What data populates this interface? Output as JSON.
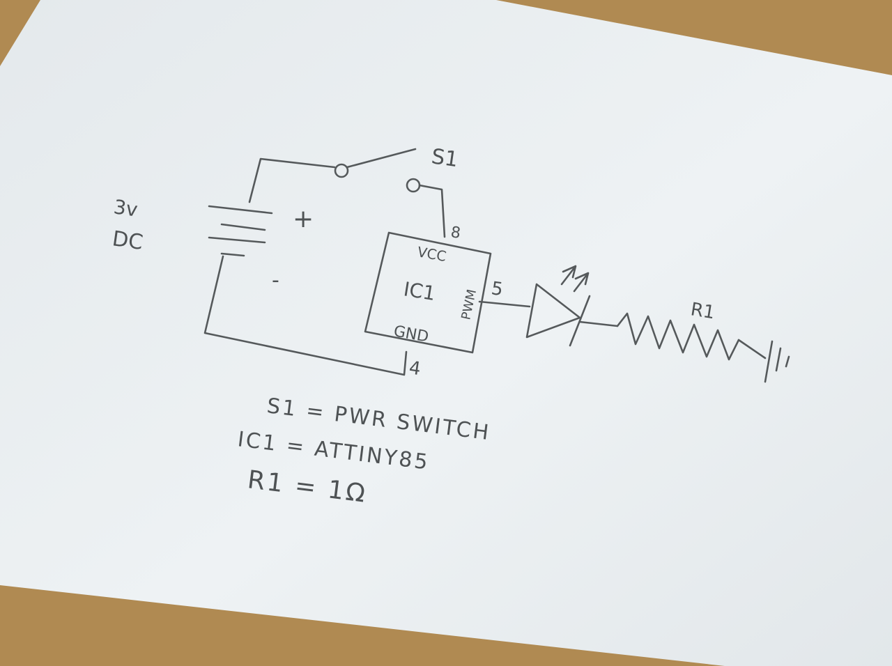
{
  "colors": {
    "desk": "#b08a52",
    "paper": "#e9eef0",
    "pencil": "#55595b"
  },
  "battery": {
    "voltage": "3v",
    "type": "DC",
    "plus": "+",
    "minus": "-"
  },
  "switch": {
    "label": "S1"
  },
  "ic": {
    "label": "IC1",
    "vcc": "VCC",
    "gnd": "GND",
    "pwm": "PWM",
    "pin_vcc": "8",
    "pin_gnd": "4",
    "pin_pwm": "5"
  },
  "resistor": {
    "label": "R1"
  },
  "legend": {
    "line1": "S1 = PWR SWITCH",
    "line2": "IC1 = ATTINY85",
    "line3": "R1 = 1Ω"
  }
}
